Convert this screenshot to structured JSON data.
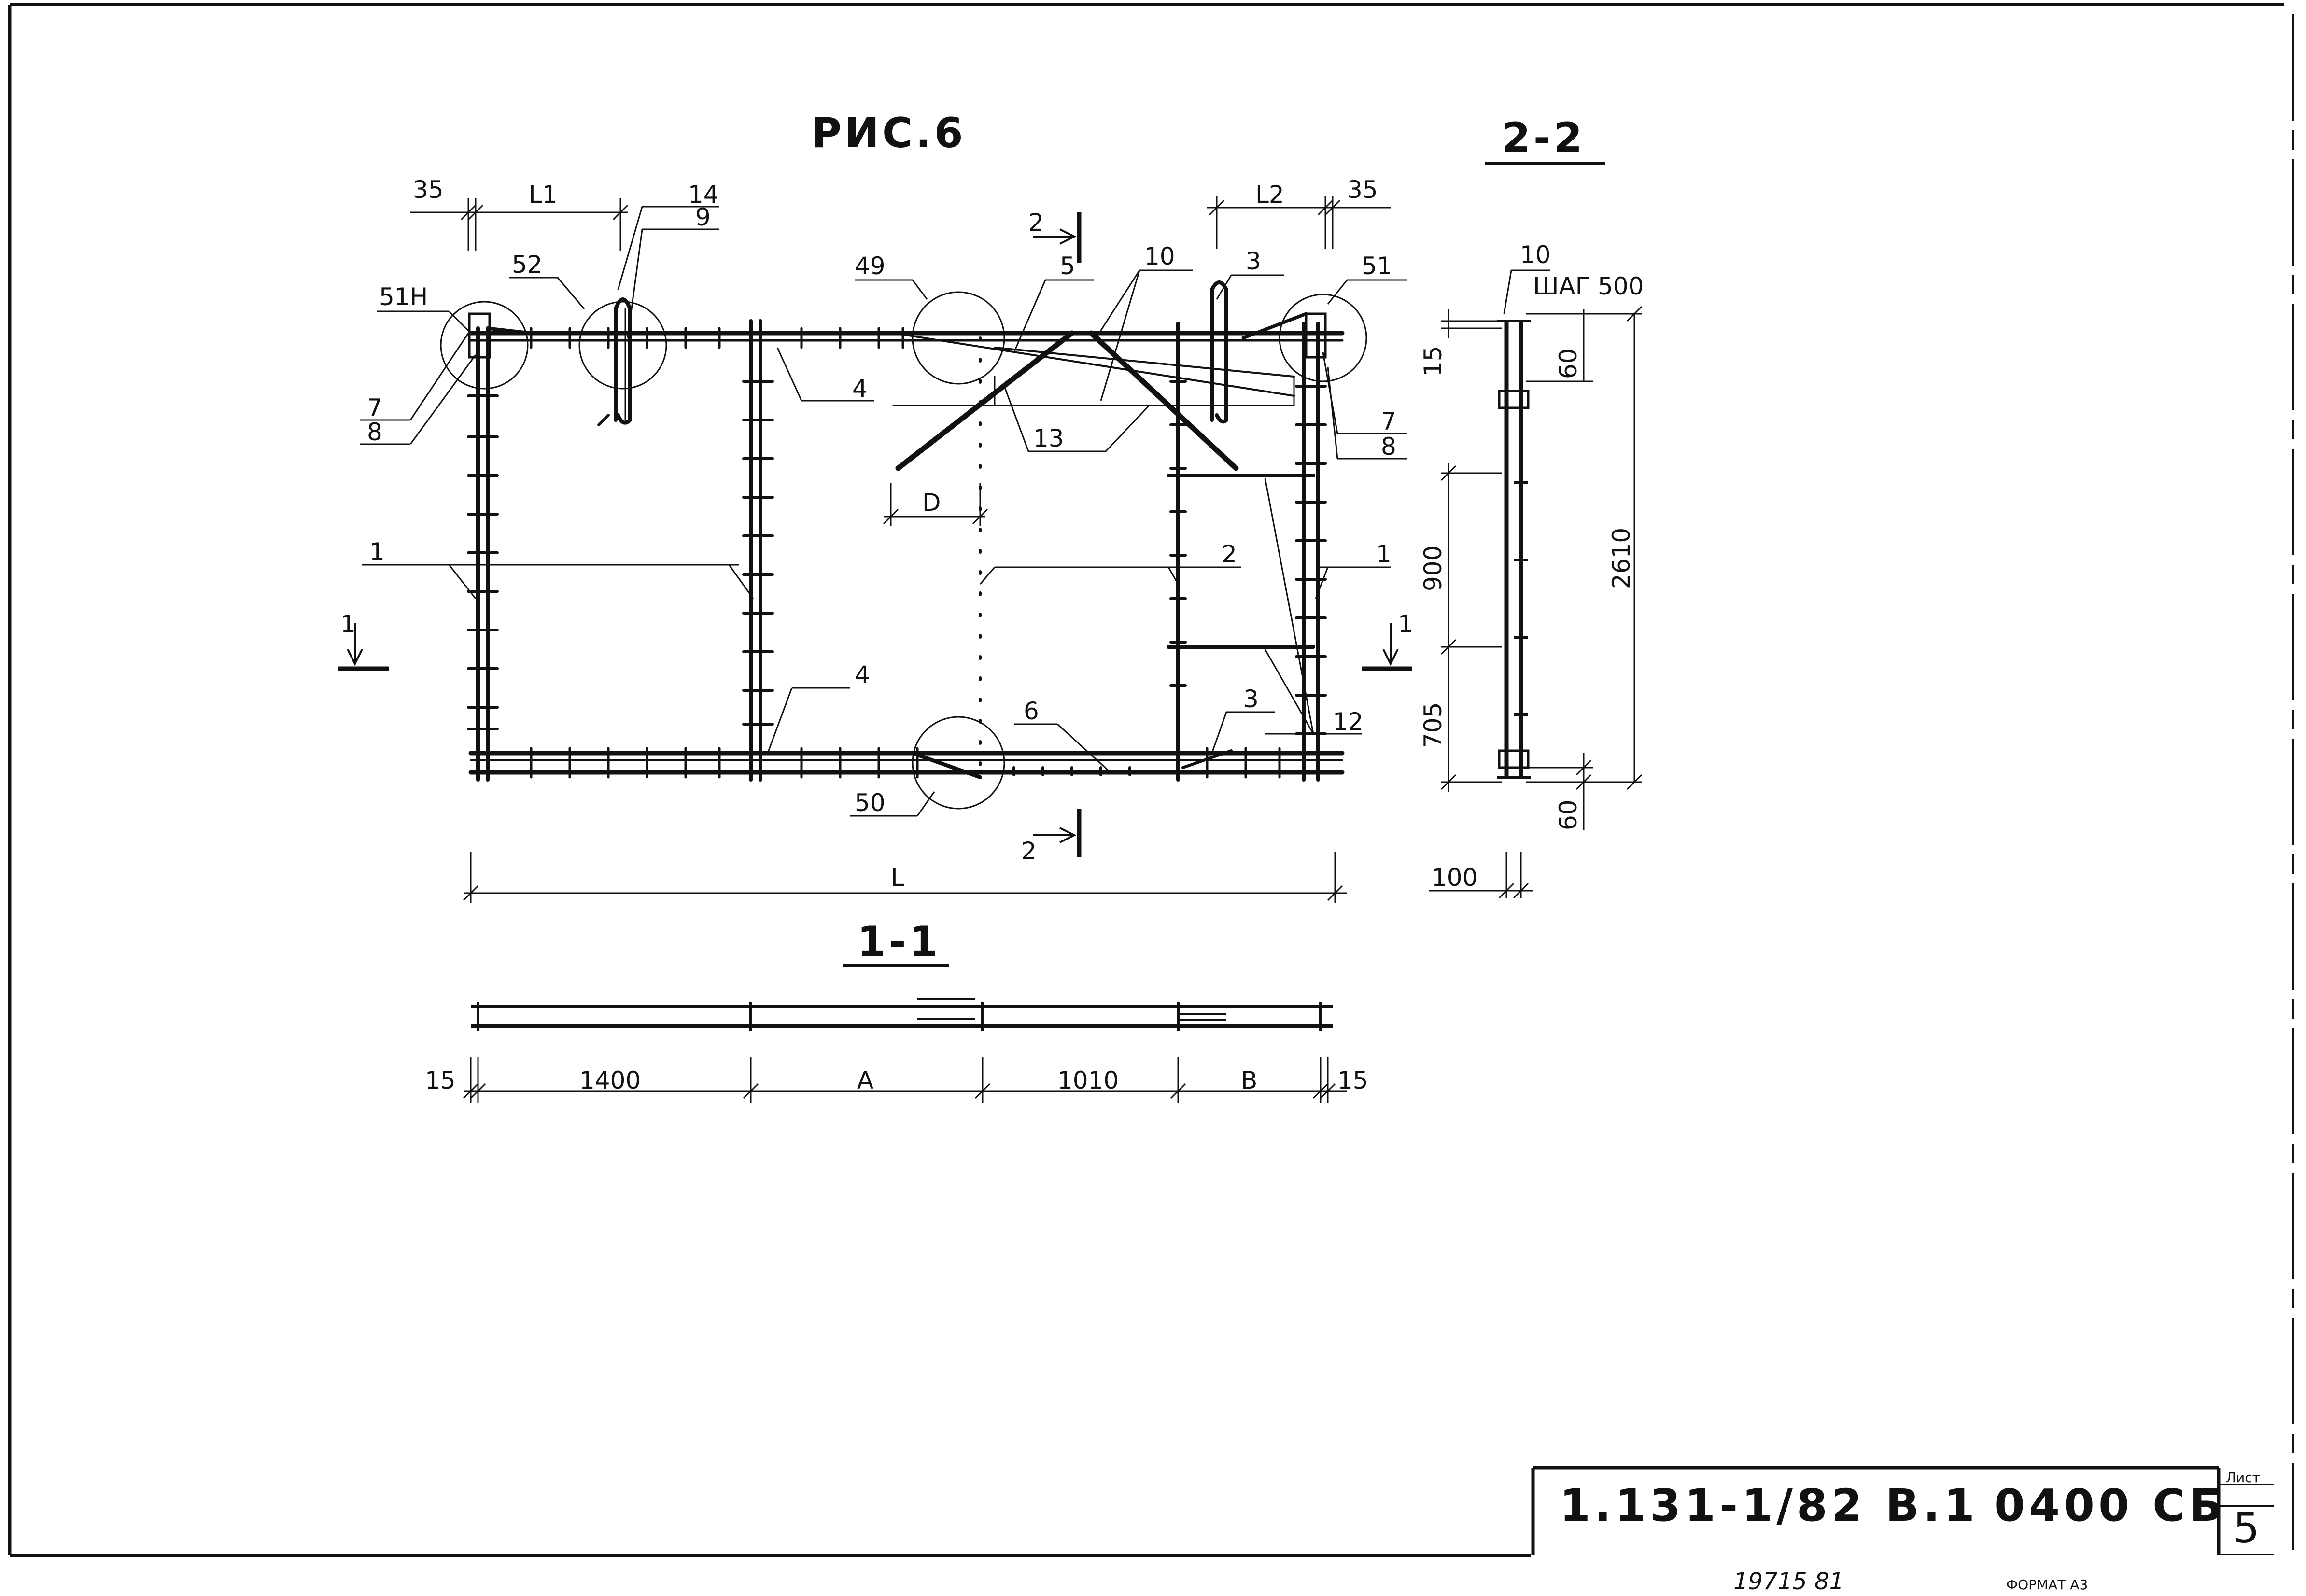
{
  "figure": {
    "title": "РИС.6",
    "section_2_2": "2-2",
    "section_1_1": "1-1"
  },
  "callouts": {
    "c51h": "51Н",
    "c52": "52",
    "c14": "14",
    "c9": "9",
    "c49": "49",
    "c5": "5",
    "c10": "10",
    "c3_top": "3",
    "c51": "51",
    "c7_left": "7",
    "c8_left": "8",
    "c4_top": "4",
    "c13": "13",
    "c7_right": "7",
    "c8_right": "8",
    "c1_left": "1",
    "c2": "2",
    "c1_right": "1",
    "c12": "12",
    "c4_bottom": "4",
    "c6": "6",
    "c3_bottom": "3",
    "c50": "50",
    "c10_section": "10",
    "step_label": "ШАГ 500"
  },
  "section_marks": {
    "top_2": "2",
    "bottom_2": "2",
    "left_1": "1",
    "right_1": "1"
  },
  "plan_dimensions": {
    "d35_left": "35",
    "L1": "L1",
    "L2": "L2",
    "d35_right": "35",
    "D": "D",
    "L": "L"
  },
  "section_1_1_dimensions": {
    "d15_left": "15",
    "d1400": "1400",
    "A": "A",
    "d1010": "1010",
    "B": "B",
    "d15_right": "15"
  },
  "section_2_2_dimensions": {
    "d15": "15",
    "d60_top": "60",
    "d900": "900",
    "d2610": "2610",
    "d705": "705",
    "d60_bottom": "60",
    "d100": "100"
  },
  "title_block": {
    "designation": "1.131-1/82 В.1",
    "drawing_code": "0400 СБ",
    "sheet_label": "Лист",
    "sheet_number": "5"
  },
  "footer": {
    "handwritten": "19715   81",
    "format": "ФОРМАТ А3"
  }
}
